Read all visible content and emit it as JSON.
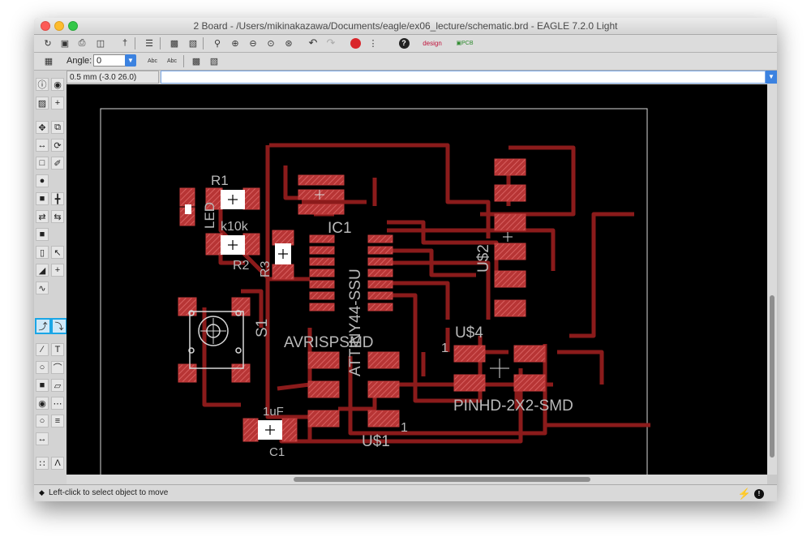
{
  "window": {
    "title": "2 Board - /Users/mikinakazawa/Documents/eagle/ex06_lecture/schematic.brd - EAGLE 7.2.0 Light"
  },
  "toolbar_top": {
    "icons": [
      "open-icon",
      "save-icon",
      "print-icon",
      "cam-icon",
      "script-icon",
      "layers-icon",
      "board-icon",
      "schematic-icon",
      "zoom-fit-icon",
      "zoom-in-icon",
      "zoom-out-icon",
      "zoom-redraw-icon",
      "zoom-select-icon",
      "undo-icon",
      "redo-icon",
      "stop-icon",
      "go-icon",
      "help-icon",
      "designlink-icon",
      "pcbquote-icon"
    ]
  },
  "toolbar_param": {
    "angle_label": "Angle:",
    "angle_value": "0"
  },
  "command": {
    "coord_readout": "0.5 mm (-3.0 26.0)",
    "input_value": ""
  },
  "status": {
    "message": "Left-click to select object to move"
  },
  "board": {
    "labels": {
      "r1": "R1",
      "r2": "R2",
      "r3": "R3",
      "k10k": "k10k",
      "led": "LED",
      "ic1": "IC1",
      "attiny": "ATTINY44-SSU",
      "us2": "U$2",
      "us4": "U$4",
      "us1": "U$1",
      "s1": "S1",
      "avrisp": "AVRISPSMD",
      "pinhd": "PINHD-2X2-SMD",
      "c1": "C1",
      "cap": "1uF",
      "pin1a": "1",
      "pin1b": "1"
    },
    "trace_color": "#8b1b1b",
    "pad_color": "#c33c3c",
    "label_color": "#b9b9b9",
    "outline_color": "#d8d8d8"
  },
  "colors": {
    "selected_tool": "#1aa6e6",
    "window_gray": "#c9c9c9"
  }
}
